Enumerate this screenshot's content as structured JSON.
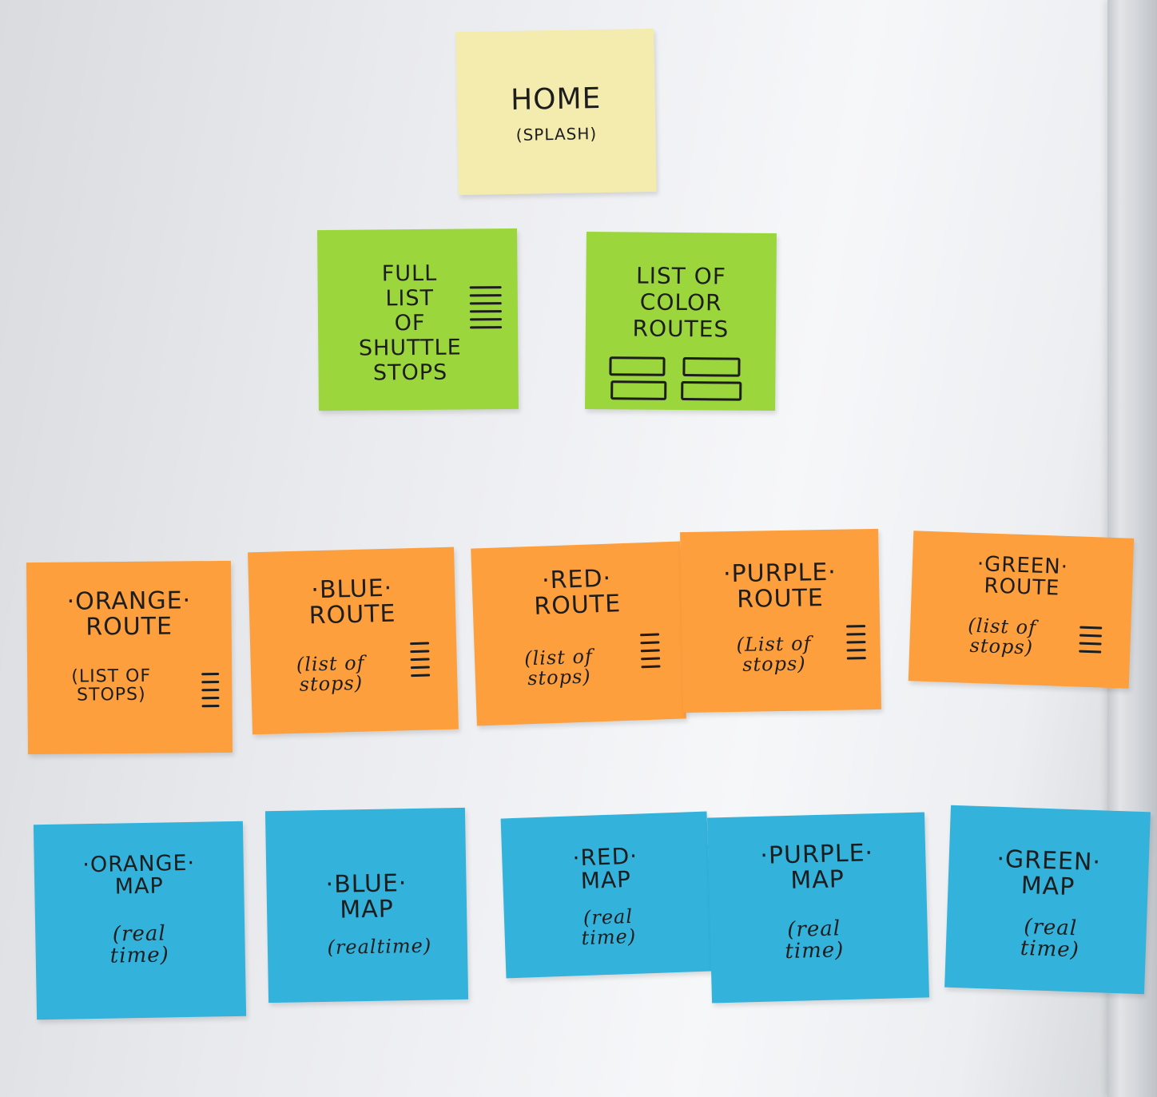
{
  "home": {
    "title": "HOME",
    "subtitle": "(SPLASH)"
  },
  "level2": {
    "stops": "FULL\nLIST\nOF\nSHUTTLE\nSTOPS",
    "routes": "LIST OF\nCOLOR\nROUTES"
  },
  "routes": [
    {
      "title": "·ORANGE·\nROUTE",
      "detail": "(LIST OF\nSTOPS)"
    },
    {
      "title": "·BLUE·\nROUTE",
      "detail": "(list of\nstops)"
    },
    {
      "title": "·RED·\nROUTE",
      "detail": "(list of\nstops)"
    },
    {
      "title": "·PURPLE·\nROUTE",
      "detail": "(List of\nstops)"
    },
    {
      "title": "·GREEN·\nROUTE",
      "detail": "(list of\nstops)"
    }
  ],
  "maps": [
    {
      "title": "·ORANGE·\nMAP",
      "detail": "(real\ntime)"
    },
    {
      "title": "·BLUE·\nMAP",
      "detail": "(realtime)"
    },
    {
      "title": "·RED·\nMAP",
      "detail": "(real\ntime)"
    },
    {
      "title": "·PURPLE·\nMAP",
      "detail": "(real\ntime)"
    },
    {
      "title": "·GREEN·\nMAP",
      "detail": "(real\ntime)"
    }
  ],
  "colors": {
    "board": "#eceef1",
    "yellow_note": "#f3ecae",
    "green_note": "#9ad63c",
    "orange_note": "#fd9f3d",
    "blue_note": "#33b2dc",
    "ink": "#1d1d1d"
  },
  "icons": [
    "list-lines-icon",
    "route-boxes-icon"
  ]
}
